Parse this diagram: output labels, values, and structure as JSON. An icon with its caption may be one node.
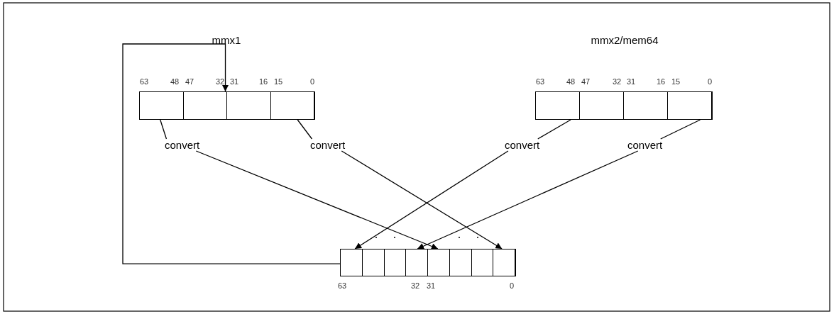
{
  "diagram": {
    "nodes": [
      {
        "text": [
          "mmx1"
        ],
        "beside": [
          "63",
          "48",
          "47",
          "32",
          "31",
          "16",
          "15",
          "0"
        ]
      },
      {
        "text": [
          "mmx2/mem64"
        ],
        "beside": [
          "63",
          "48",
          "47",
          "32",
          "31",
          "16",
          "15",
          "0"
        ]
      },
      {
        "text": [],
        "shape": "box",
        "beside": [
          "63",
          "32",
          "31",
          "0"
        ]
      },
      {
        "text": [
          "convert"
        ]
      },
      {
        "text": [
          "convert"
        ]
      },
      {
        "text": [
          "convert"
        ]
      },
      {
        "text": [
          "convert"
        ]
      }
    ],
    "edges": [
      {
        "from": 0,
        "to": 3,
        "arrow": "none"
      },
      {
        "from": 0,
        "to": 4,
        "arrow": "none"
      },
      {
        "from": 1,
        "to": 5,
        "arrow": "none"
      },
      {
        "from": 1,
        "to": 6,
        "arrow": "none"
      },
      {
        "from": 3,
        "to": 2,
        "arrow": "to"
      },
      {
        "from": 4,
        "to": 2,
        "arrow": "to"
      },
      {
        "from": 5,
        "to": 2,
        "arrow": "to"
      },
      {
        "from": 6,
        "to": 2,
        "arrow": "to"
      },
      {
        "from": 2,
        "to": 0,
        "arrow": "to"
      }
    ]
  }
}
